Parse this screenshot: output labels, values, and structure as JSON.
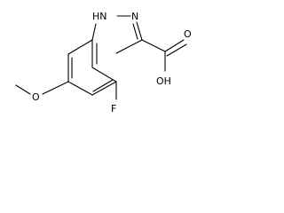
{
  "diagram": {
    "type": "chemical-structure",
    "atoms": {
      "nh": "HN",
      "n": "N",
      "oh": "OH",
      "o_carbonyl": "O",
      "f": "F",
      "o_methoxy": "O"
    }
  }
}
